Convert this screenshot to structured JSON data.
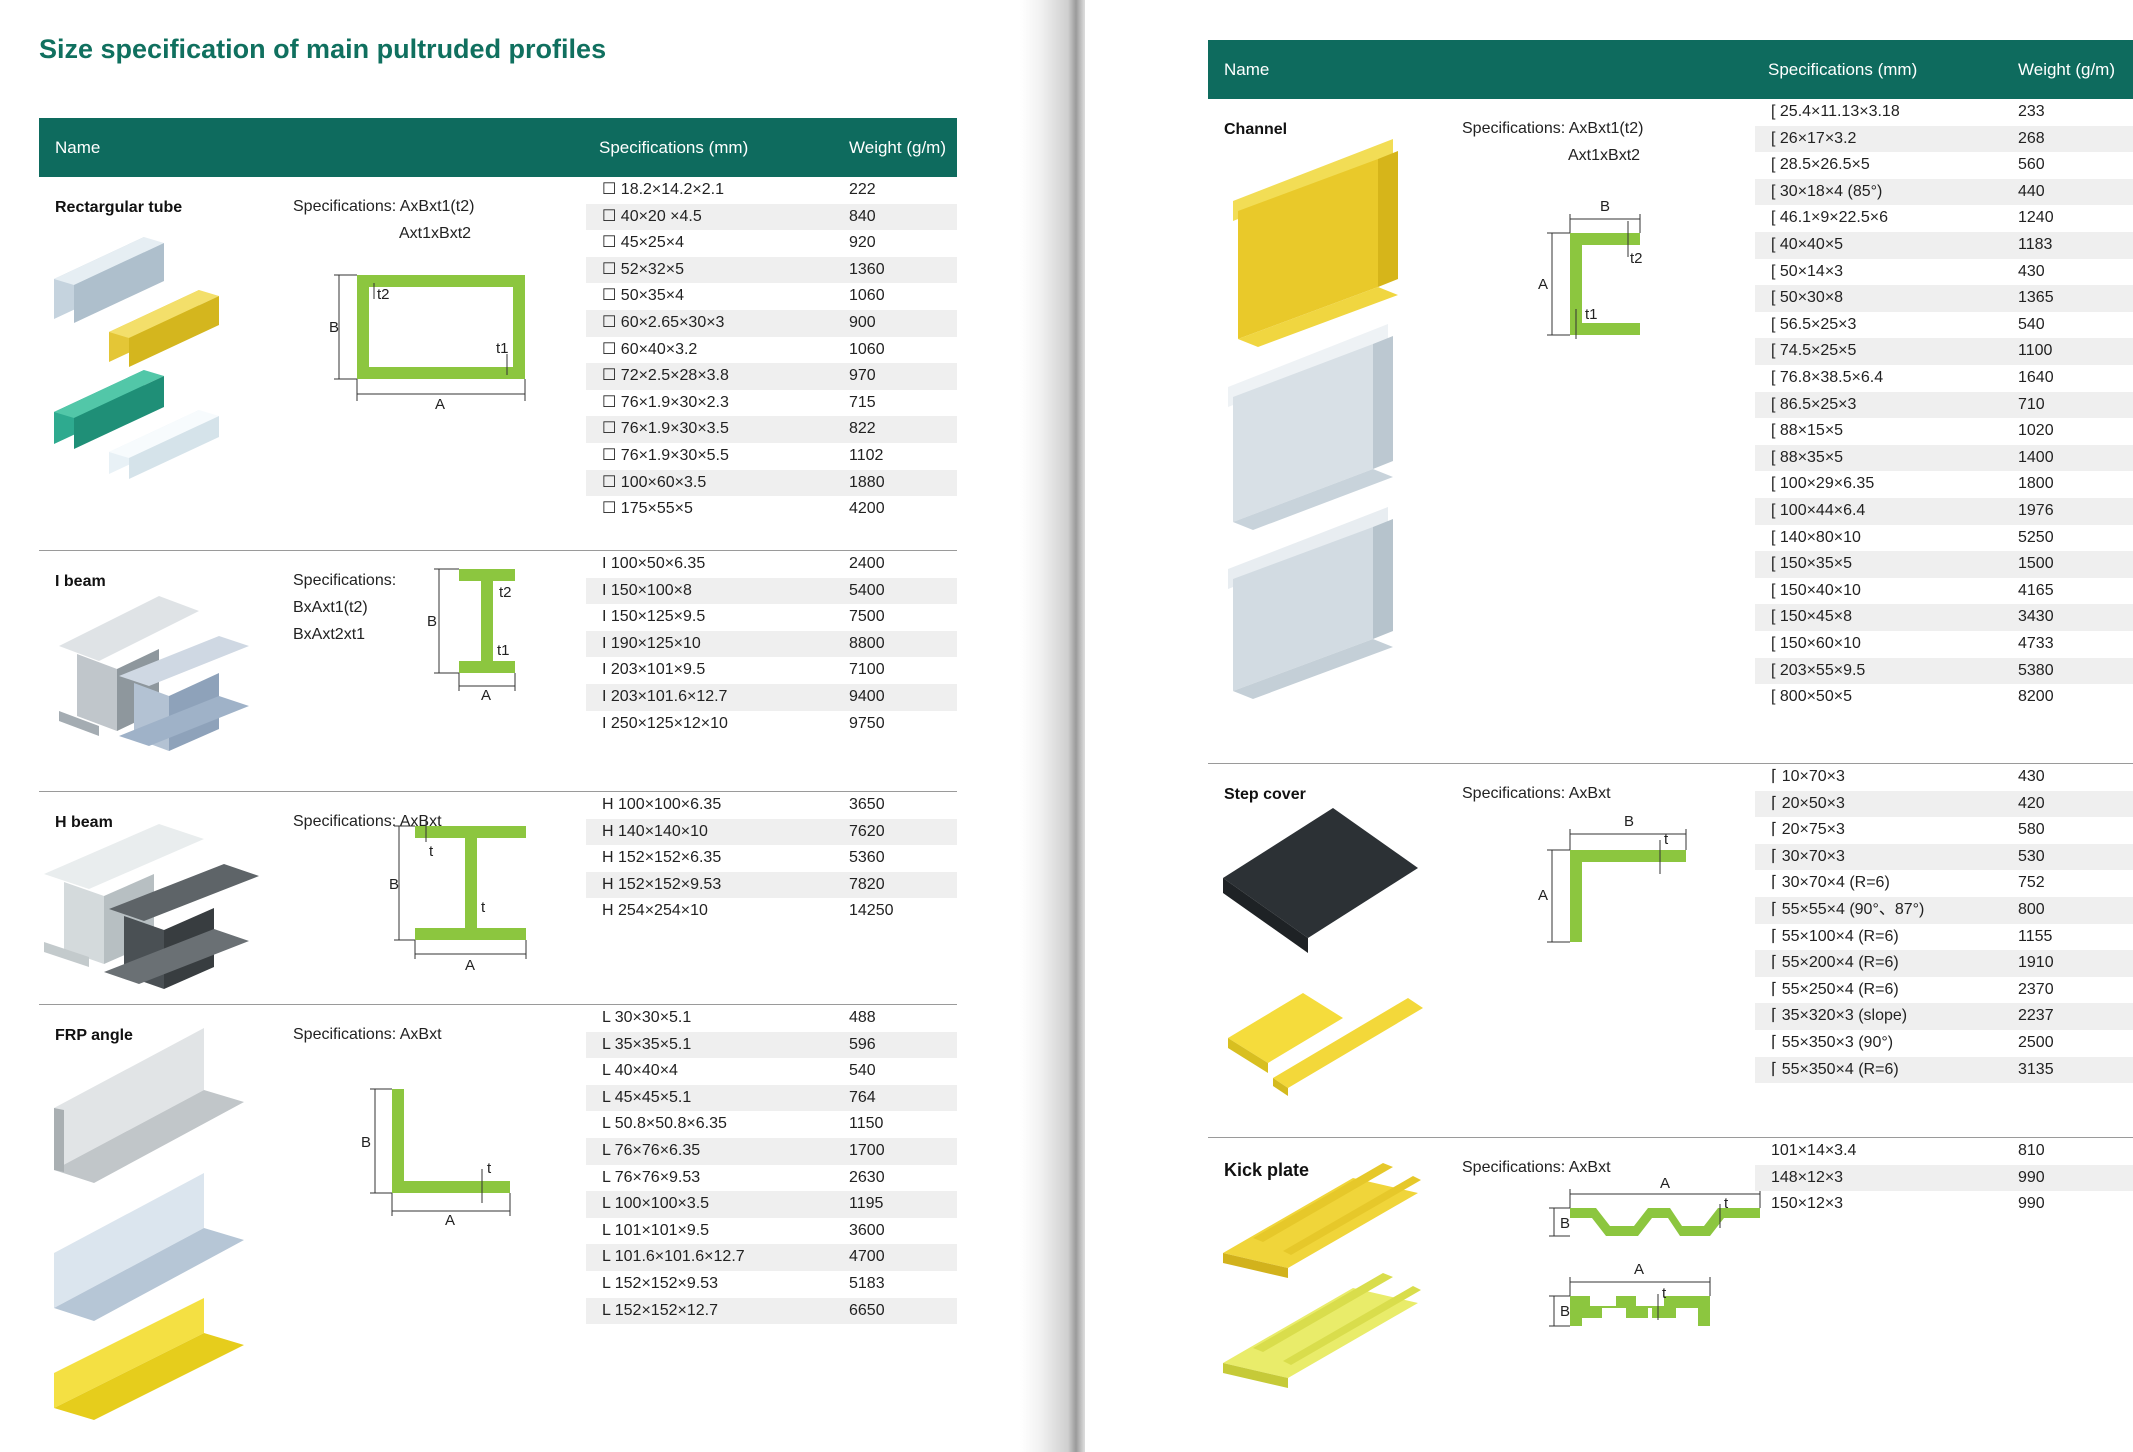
{
  "title": "Size specification of main pultruded profiles",
  "columns": {
    "name": "Name",
    "spec": "Specifications (mm)",
    "weight": "Weight (g/m)"
  },
  "colors": {
    "header": "#0e6b5e",
    "accent": "#8cc63f",
    "title": "#10705f"
  },
  "rect_tube": {
    "name": "Rectargular tube",
    "spec_label": "Specifications: AxBxt1(t2)",
    "spec_label2": "Axt1xBxt2",
    "dim": {
      "a": "A",
      "b": "B",
      "t1": "t1",
      "t2": "t2"
    },
    "rows": [
      {
        "spec": "☐ 18.2×14.2×2.1",
        "weight": "222"
      },
      {
        "spec": "☐ 40×20 ×4.5",
        "weight": "840"
      },
      {
        "spec": "☐ 45×25×4",
        "weight": "920"
      },
      {
        "spec": "☐ 52×32×5",
        "weight": "1360"
      },
      {
        "spec": "☐ 50×35×4",
        "weight": "1060"
      },
      {
        "spec": "☐ 60×2.65×30×3",
        "weight": "900"
      },
      {
        "spec": "☐ 60×40×3.2",
        "weight": "1060"
      },
      {
        "spec": "☐ 72×2.5×28×3.8",
        "weight": "970"
      },
      {
        "spec": "☐ 76×1.9×30×2.3",
        "weight": "715"
      },
      {
        "spec": "☐ 76×1.9×30×3.5",
        "weight": "822"
      },
      {
        "spec": "☐ 76×1.9×30×5.5",
        "weight": "1102"
      },
      {
        "spec": "☐ 100×60×3.5",
        "weight": "1880"
      },
      {
        "spec": "☐ 175×55×5",
        "weight": "4200"
      }
    ]
  },
  "i_beam": {
    "name": "I beam",
    "spec_label": "Specifications:",
    "spec_label2": "BxAxt1(t2)",
    "spec_label3": "BxAxt2xt1",
    "dim": {
      "a": "A",
      "b": "B",
      "t1": "t1",
      "t2": "t2"
    },
    "rows": [
      {
        "spec": "I 100×50×6.35",
        "weight": "2400"
      },
      {
        "spec": "I 150×100×8",
        "weight": "5400"
      },
      {
        "spec": "I 150×125×9.5",
        "weight": "7500"
      },
      {
        "spec": "I 190×125×10",
        "weight": "8800"
      },
      {
        "spec": "I 203×101×9.5",
        "weight": "7100"
      },
      {
        "spec": "I 203×101.6×12.7",
        "weight": "9400"
      },
      {
        "spec": "I 250×125×12×10",
        "weight": "9750"
      }
    ]
  },
  "h_beam": {
    "name": "H beam",
    "spec_label": "Specifications: AxBxt",
    "dim": {
      "a": "A",
      "b": "B",
      "t": "t"
    },
    "rows": [
      {
        "spec": "H 100×100×6.35",
        "weight": "3650"
      },
      {
        "spec": "H 140×140×10",
        "weight": "7620"
      },
      {
        "spec": "H 152×152×6.35",
        "weight": "5360"
      },
      {
        "spec": "H 152×152×9.53",
        "weight": "7820"
      },
      {
        "spec": "H 254×254×10",
        "weight": "14250"
      }
    ]
  },
  "frp_angle": {
    "name": "FRP angle",
    "spec_label": "Specifications: AxBxt",
    "dim": {
      "a": "A",
      "b": "B",
      "t": "t"
    },
    "rows": [
      {
        "spec": "L 30×30×5.1",
        "weight": "488"
      },
      {
        "spec": "L 35×35×5.1",
        "weight": "596"
      },
      {
        "spec": "L 40×40×4",
        "weight": "540"
      },
      {
        "spec": "L 45×45×5.1",
        "weight": "764"
      },
      {
        "spec": "L 50.8×50.8×6.35",
        "weight": "1150"
      },
      {
        "spec": "L 76×76×6.35",
        "weight": "1700"
      },
      {
        "spec": "L 76×76×9.53",
        "weight": "2630"
      },
      {
        "spec": "L 100×100×3.5",
        "weight": "1195"
      },
      {
        "spec": "L 101×101×9.5",
        "weight": "3600"
      },
      {
        "spec": "L 101.6×101.6×12.7",
        "weight": "4700"
      },
      {
        "spec": "L 152×152×9.53",
        "weight": "5183"
      },
      {
        "spec": "L 152×152×12.7",
        "weight": "6650"
      }
    ]
  },
  "channel": {
    "name": "Channel",
    "spec_label": "Specifications: AxBxt1(t2)",
    "spec_label2": "Axt1xBxt2",
    "dim": {
      "a": "A",
      "b": "B",
      "t1": "t1",
      "t2": "t2"
    },
    "rows": [
      {
        "spec": "[ 25.4×11.13×3.18",
        "weight": "233"
      },
      {
        "spec": "[ 26×17×3.2",
        "weight": "268"
      },
      {
        "spec": "[ 28.5×26.5×5",
        "weight": "560"
      },
      {
        "spec": "[ 30×18×4 (85°)",
        "weight": "440"
      },
      {
        "spec": "[ 46.1×9×22.5×6",
        "weight": "1240"
      },
      {
        "spec": "[ 40×40×5",
        "weight": "1183"
      },
      {
        "spec": "[ 50×14×3",
        "weight": "430"
      },
      {
        "spec": "[ 50×30×8",
        "weight": "1365"
      },
      {
        "spec": "[ 56.5×25×3",
        "weight": "540"
      },
      {
        "spec": "[ 74.5×25×5",
        "weight": "1100"
      },
      {
        "spec": "[ 76.8×38.5×6.4",
        "weight": "1640"
      },
      {
        "spec": "[ 86.5×25×3",
        "weight": "710"
      },
      {
        "spec": "[ 88×15×5",
        "weight": "1020"
      },
      {
        "spec": "[ 88×35×5",
        "weight": "1400"
      },
      {
        "spec": "[ 100×29×6.35",
        "weight": "1800"
      },
      {
        "spec": "[ 100×44×6.4",
        "weight": "1976"
      },
      {
        "spec": "[ 140×80×10",
        "weight": "5250"
      },
      {
        "spec": "[ 150×35×5",
        "weight": "1500"
      },
      {
        "spec": "[ 150×40×10",
        "weight": "4165"
      },
      {
        "spec": "[ 150×45×8",
        "weight": "3430"
      },
      {
        "spec": "[ 150×60×10",
        "weight": "4733"
      },
      {
        "spec": "[ 203×55×9.5",
        "weight": "5380"
      },
      {
        "spec": "[ 800×50×5",
        "weight": "8200"
      }
    ]
  },
  "step_cover": {
    "name": "Step cover",
    "spec_label": "Specifications: AxBxt",
    "dim": {
      "a": "A",
      "b": "B",
      "t": "t"
    },
    "rows": [
      {
        "spec": "⌈ 10×70×3",
        "weight": "430"
      },
      {
        "spec": "⌈ 20×50×3",
        "weight": "420"
      },
      {
        "spec": "⌈ 20×75×3",
        "weight": "580"
      },
      {
        "spec": "⌈ 30×70×3",
        "weight": "530"
      },
      {
        "spec": "⌈ 30×70×4 (R=6)",
        "weight": "752"
      },
      {
        "spec": "⌈ 55×55×4 (90°、87°)",
        "weight": "800"
      },
      {
        "spec": "⌈ 55×100×4 (R=6)",
        "weight": "1155"
      },
      {
        "spec": "⌈ 55×200×4 (R=6)",
        "weight": "1910"
      },
      {
        "spec": "⌈ 55×250×4 (R=6)",
        "weight": "2370"
      },
      {
        "spec": "⌈ 35×320×3 (slope)",
        "weight": "2237"
      },
      {
        "spec": "⌈ 55×350×3 (90°)",
        "weight": "2500"
      },
      {
        "spec": "⌈ 55×350×4 (R=6)",
        "weight": "3135"
      }
    ]
  },
  "kick_plate": {
    "name": "Kick plate",
    "spec_label": "Specifications: AxBxt",
    "dim": {
      "a": "A",
      "b": "B",
      "t": "t"
    },
    "rows": [
      {
        "spec": "101×14×3.4",
        "weight": "810"
      },
      {
        "spec": "148×12×3",
        "weight": "990"
      },
      {
        "spec": "150×12×3",
        "weight": "990"
      }
    ]
  }
}
